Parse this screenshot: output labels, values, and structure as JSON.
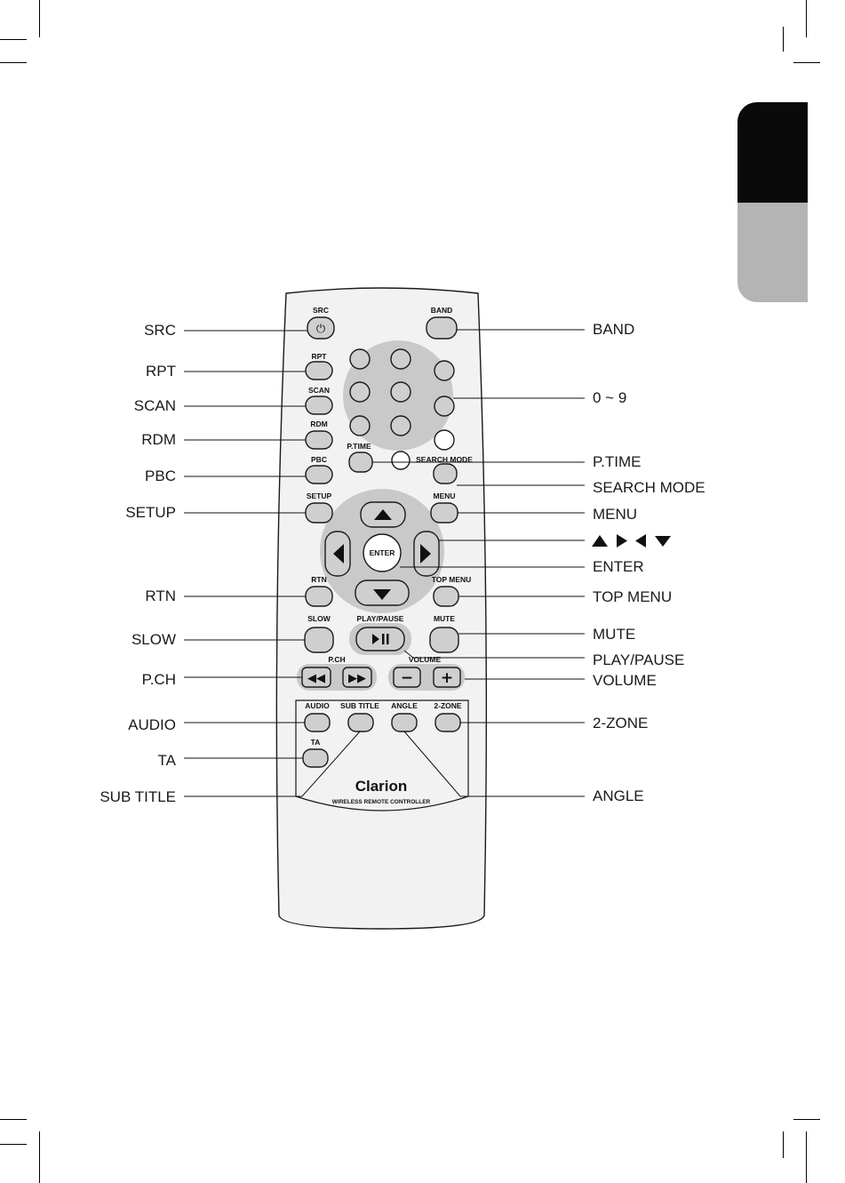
{
  "remote": {
    "brand": "Clarion",
    "subtitle": "WIRELESS REMOTE CONTROLLER",
    "buttons": {
      "src": "SRC",
      "band": "BAND",
      "rpt": "RPT",
      "scan": "SCAN",
      "rdm": "RDM",
      "ptime": "P.TIME",
      "search_mode": "SEARCH MODE",
      "pbc": "PBC",
      "setup": "SETUP",
      "menu": "MENU",
      "enter": "ENTER",
      "rtn": "RTN",
      "top_menu": "TOP MENU",
      "slow": "SLOW",
      "play_pause": "PLAY/PAUSE",
      "mute": "MUTE",
      "pch": "P.CH",
      "volume": "VOLUME",
      "audio": "AUDIO",
      "sub_title": "SUB TITLE",
      "angle": "ANGLE",
      "two_zone": "2-ZONE",
      "ta": "TA"
    }
  },
  "callouts": {
    "left": {
      "src": "SRC",
      "rpt": "RPT",
      "scan": "SCAN",
      "rdm": "RDM",
      "pbc": "PBC",
      "setup": "SETUP",
      "rtn": "RTN",
      "slow": "SLOW",
      "pch": "P.CH",
      "audio": "AUDIO",
      "ta": "TA",
      "sub_title": "SUB TITLE"
    },
    "right": {
      "band": "BAND",
      "digits": "0 ~ 9",
      "ptime": "P.TIME",
      "search_mode": "SEARCH MODE",
      "menu": "MENU",
      "enter": "ENTER",
      "top_menu": "TOP MENU",
      "mute": "MUTE",
      "play_pause": "PLAY/PAUSE",
      "volume": "VOLUME",
      "two_zone": "2-ZONE",
      "angle": "ANGLE"
    }
  },
  "colors": {
    "tab_dark": "#0a0a0a",
    "tab_light": "#b4b4b4",
    "remote_body": "#f2f2f2",
    "button_face": "#cfcfcf",
    "button_halo": "#c9c9c9"
  }
}
